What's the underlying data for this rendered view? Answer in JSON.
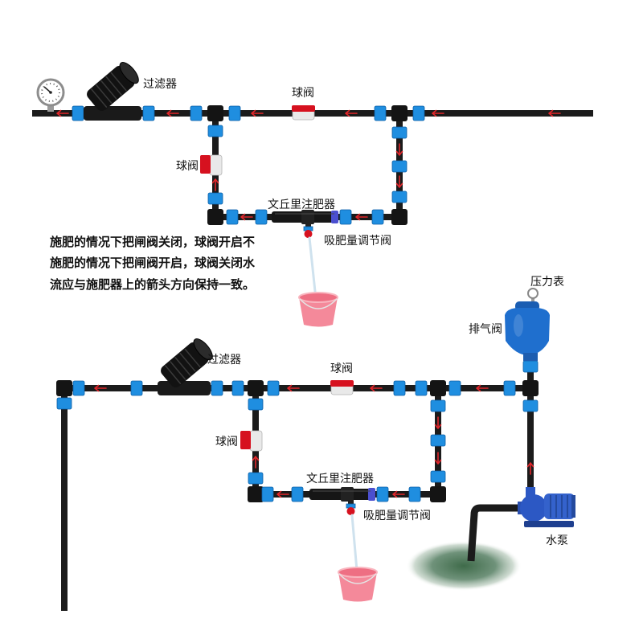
{
  "top_system": {
    "filter_label": "过滤器",
    "main_valve_label": "球阀",
    "bypass_valve_label": "球阀",
    "venturi_label": "文丘里注肥器",
    "regulator_label": "吸肥量调节阀"
  },
  "instructions": [
    "施肥的情况下把闸阀关闭，球阀开启不",
    "施肥的情况下把闸阀开启，球阀关闭水",
    "流应与施肥器上的箭头方向保持一致。"
  ],
  "bottom_system": {
    "gauge_label": "压力表",
    "air_valve_label": "排气阀",
    "filter_label": "过滤器",
    "main_valve_label": "球阀",
    "bypass_valve_label": "球阀",
    "venturi_label": "文丘里注肥器",
    "regulator_label": "吸肥量调节阀",
    "pump_label": "水泵"
  },
  "colors": {
    "pipe": "#1b1b1b",
    "connector": "#1f8ee0",
    "flow_arrow": "#e3262b",
    "valve_handle": "#d6111f",
    "valve_body": "#e9e9e9",
    "bucket": "#f4899a",
    "pump": "#2c58c4",
    "air_valve": "#1f6fce"
  },
  "icons": [
    "pressure-gauge-icon",
    "filter-icon",
    "ball-valve-icon",
    "venturi-injector-icon",
    "regulator-valve-icon",
    "bucket-icon",
    "air-valve-icon",
    "water-pump-icon",
    "pond-icon",
    "flow-arrow-icon"
  ]
}
